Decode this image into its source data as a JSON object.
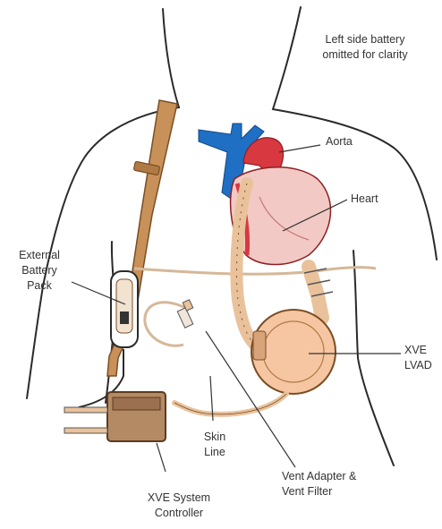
{
  "note": "Left side battery\nomitted for clarity",
  "labels": {
    "aorta": "Aorta",
    "heart": "Heart",
    "battery": "External\nBattery\nPack",
    "lvad": "XVE\nLVAD",
    "skin_line": "Skin\nLine",
    "vent": "Vent Adapter &\nVent Filter",
    "controller": "XVE System\nController"
  },
  "colors": {
    "outline": "#2a2a2a",
    "strap": "#c8915a",
    "strap_dark": "#7a4e24",
    "vein": "#1f6fc4",
    "aorta": "#d8383f",
    "heart": "#f2c9c4",
    "pump": "#f6c6a2",
    "tube": "#e9c29c",
    "controller": "#b48a64"
  },
  "icons": [
    "body-outline",
    "heart-icon",
    "lvad-pump-icon",
    "battery-pack-icon",
    "controller-box-icon"
  ]
}
